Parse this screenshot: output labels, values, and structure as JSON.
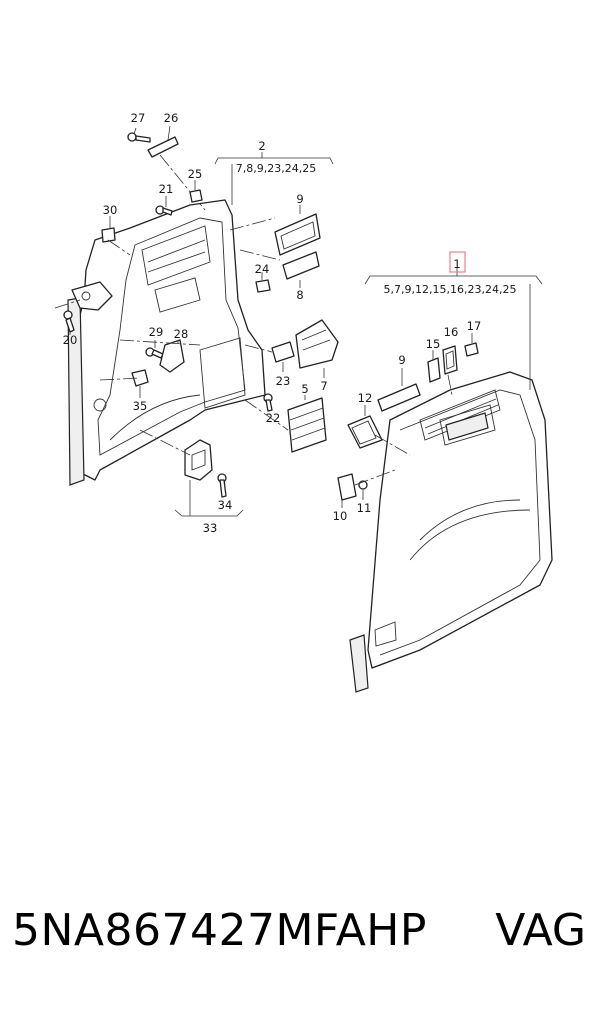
{
  "callouts": {
    "c1": "1",
    "c2": "2",
    "c5": "5",
    "c7": "7",
    "c8": "8",
    "c9a": "9",
    "c9b": "9",
    "c10": "10",
    "c11": "11",
    "c12": "12",
    "c15": "15",
    "c16": "16",
    "c17": "17",
    "c20": "20",
    "c21": "21",
    "c22": "22",
    "c23": "23",
    "c24": "24",
    "c25": "25",
    "c26": "26",
    "c27": "27",
    "c28": "28",
    "c29": "29",
    "c30": "30",
    "c33": "33",
    "c34": "34",
    "c35": "35"
  },
  "groups": {
    "g1": "5,7,9,12,15,16,23,24,25",
    "g2": "7,8,9,23,24,25"
  },
  "highlight_color": "#e8828a",
  "footer": {
    "part_number": "5NA867427MFAHP",
    "brand": "VAG"
  }
}
